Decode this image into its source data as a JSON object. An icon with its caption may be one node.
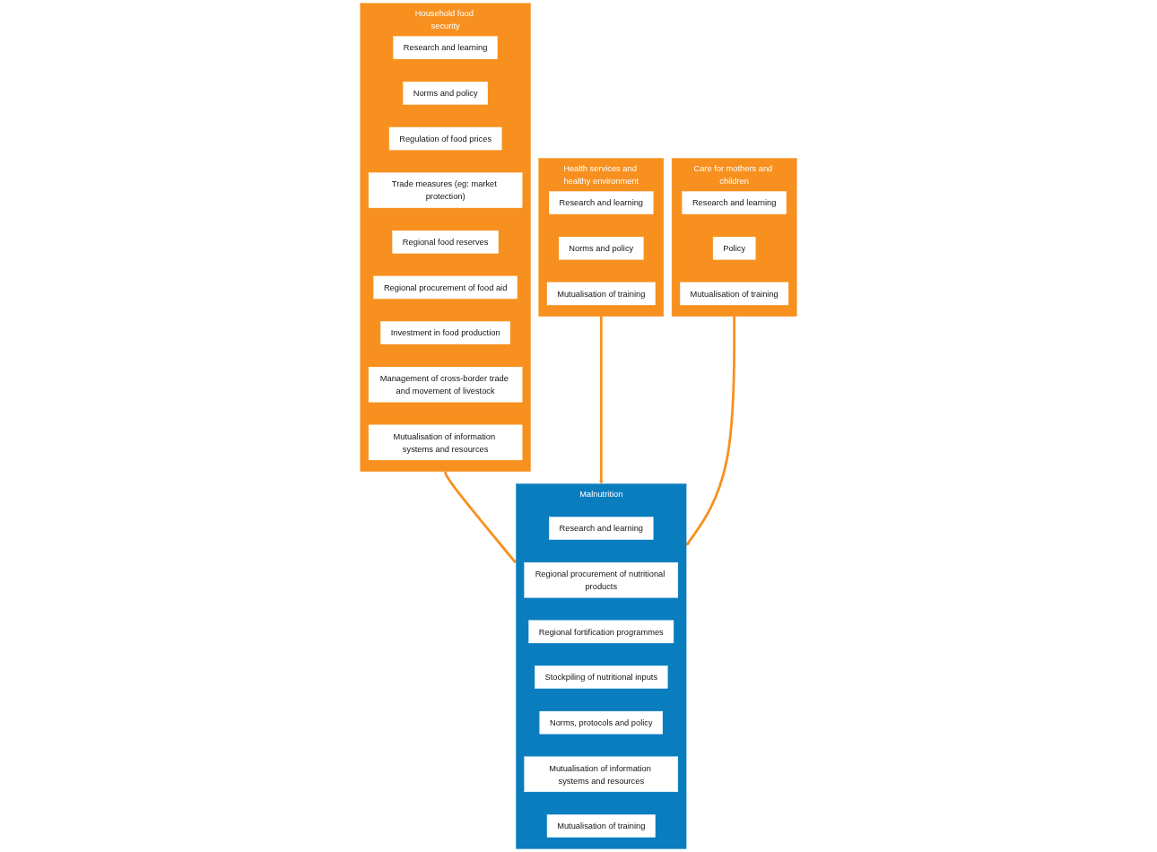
{
  "diagram": {
    "nodes": [
      {
        "text": [
          "Household food security"
        ]
      },
      {
        "text": [
          "Research and learning"
        ],
        "in": 0
      },
      {
        "text": [
          "Norms and policy"
        ],
        "in": 0
      },
      {
        "text": [
          "Regulation of food prices"
        ],
        "in": 0
      },
      {
        "text": [
          "Trade measures (eg: market protection)"
        ],
        "in": 0
      },
      {
        "text": [
          "Regional food reserves"
        ],
        "in": 0
      },
      {
        "text": [
          "Regional procurement of food aid"
        ],
        "in": 0
      },
      {
        "text": [
          "Investment in food production"
        ],
        "in": 0
      },
      {
        "text": [
          "Management of cross-border trade and movement of livestock"
        ],
        "in": 0
      },
      {
        "text": [
          "Mutualisation of information systems and resources"
        ],
        "in": 0
      },
      {
        "text": [
          "Health services and healthy environment"
        ]
      },
      {
        "text": [
          "Research and learning"
        ],
        "in": 10
      },
      {
        "text": [
          "Norms and policy"
        ],
        "in": 10
      },
      {
        "text": [
          "Mutualisation of training"
        ],
        "in": 10
      },
      {
        "text": [
          "Care for mothers and children"
        ]
      },
      {
        "text": [
          "Research and learning"
        ],
        "in": 14
      },
      {
        "text": [
          "Policy"
        ],
        "in": 14
      },
      {
        "text": [
          "Mutualisation of training"
        ],
        "in": 14
      },
      {
        "text": [
          "Malnutrition"
        ]
      },
      {
        "text": [
          "Research and learning"
        ],
        "in": 18
      },
      {
        "text": [
          "Regional procurement of nutritional products"
        ],
        "in": 18
      },
      {
        "text": [
          "Regional fortification programmes"
        ],
        "in": 18
      },
      {
        "text": [
          "Stockpiling of nutritional inputs"
        ],
        "in": 18
      },
      {
        "text": [
          "Norms, protocols and policy"
        ],
        "in": 18
      },
      {
        "text": [
          "Mutualisation of information systems and resources"
        ],
        "in": 18
      },
      {
        "text": [
          "Mutualisation of training"
        ],
        "in": 18
      }
    ],
    "edges": [
      {
        "from": 0,
        "to": 18,
        "arrow": "to"
      },
      {
        "from": 10,
        "to": 18,
        "arrow": "to"
      },
      {
        "from": 14,
        "to": 18,
        "arrow": "to"
      }
    ]
  }
}
